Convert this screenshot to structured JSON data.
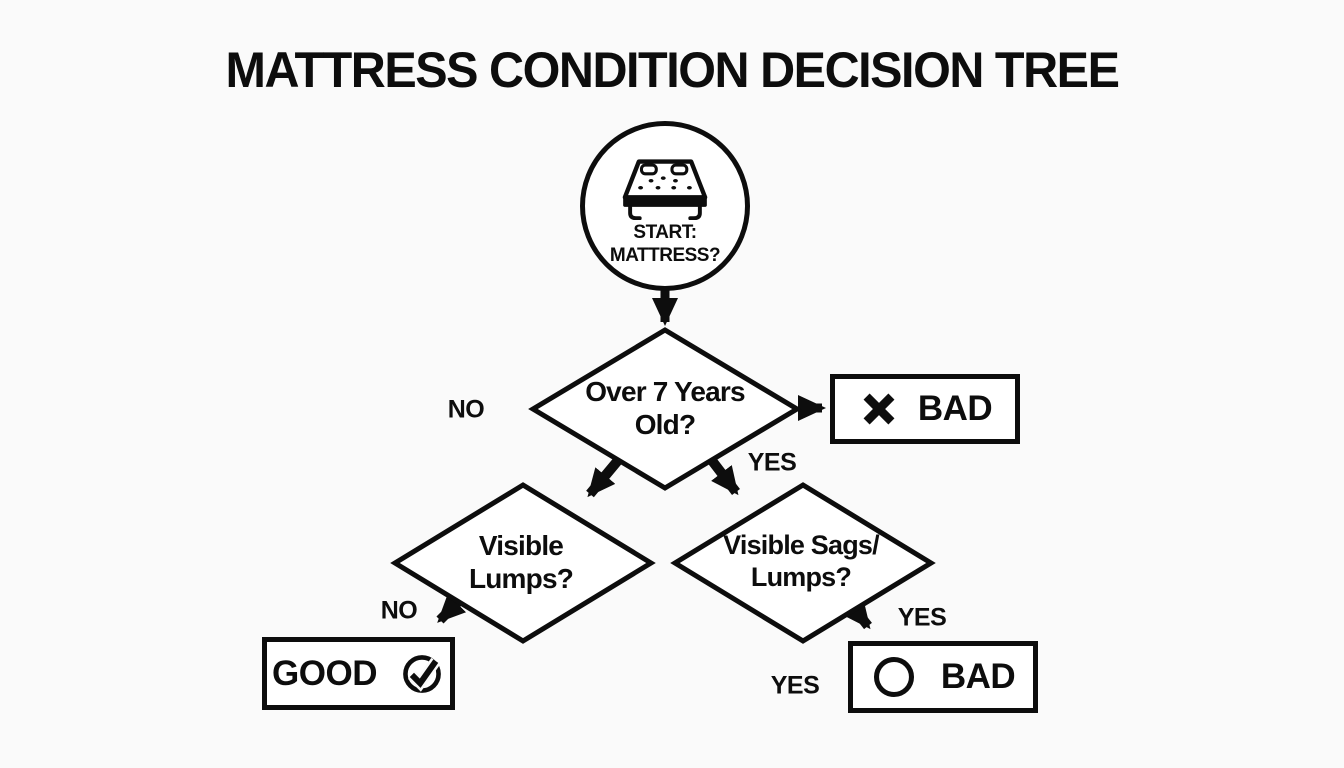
{
  "title": "MATTRESS CONDITION DECISION TREE",
  "start": {
    "icon": "mattress-icon",
    "line1": "START:",
    "line2": "MATTRESS?"
  },
  "decisions": {
    "age": {
      "line1": "Over 7 Years",
      "line2": "Old?"
    },
    "left": {
      "line1": "Visible",
      "line2": "Lumps?"
    },
    "right": {
      "line1": "Visible Sags/",
      "line2": "Lumps?"
    }
  },
  "outcomes": {
    "bad_top": {
      "label": "BAD",
      "icon": "x-icon"
    },
    "good": {
      "label": "GOOD",
      "icon": "check-circle-icon"
    },
    "bad_bottom": {
      "label": "BAD",
      "icon": "circle-icon"
    }
  },
  "edge_labels": {
    "no_age": "NO",
    "yes_age": "YES",
    "no_left": "NO",
    "yes_right": "YES",
    "yes_bottom": "YES"
  },
  "colors": {
    "ink": "#0d0d0d",
    "background": "#fafafa",
    "node_fill": "#ffffff"
  }
}
